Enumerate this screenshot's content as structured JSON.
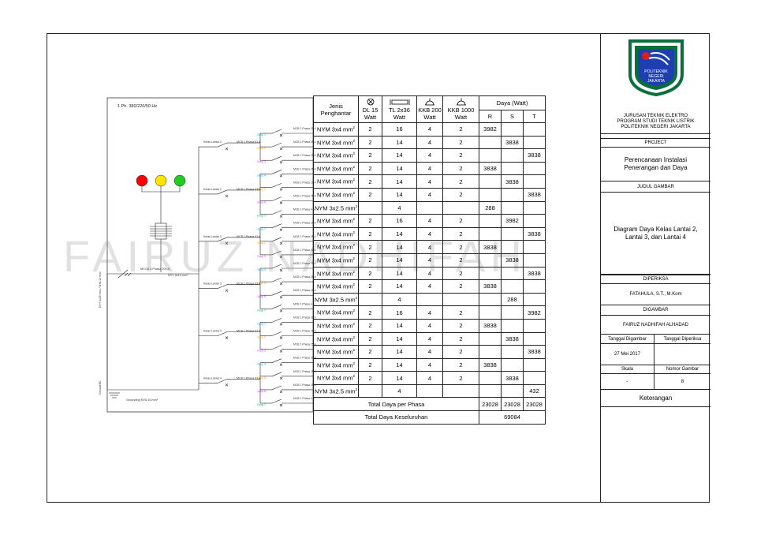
{
  "supply_label": "1 Ph. 380/220/50 Hz",
  "watermark": "FAIRUZ  NADHIFAH",
  "mccb_main_label": "MCCB 3 Phasa 200 A",
  "cable_main_label": "NYY 3x10 mm²",
  "grounding_label": "Grounding NYA 10 mm²",
  "vertical_label_1": "NYY 4x25 mm² / NYA 10 mm²",
  "vertical_label_2": "Ground BC",
  "table": {
    "headers": {
      "cable": "Jenis Penghantar",
      "dl": "DL 15 Watt",
      "tl": "TL 2x36 Watt",
      "kkb200": "KKB 200 Watt",
      "kkb1000": "KKB 1000 Watt",
      "daya": "Daya (Watt)",
      "r": "R",
      "s": "S",
      "t": "T"
    },
    "rows": [
      {
        "cable": "NYM 3x4 mm",
        "dl": "2",
        "tl": "16",
        "kkb200": "4",
        "kkb1000": "2",
        "r": "3982",
        "s": "",
        "t": ""
      },
      {
        "cable": "NYM 3x4 mm",
        "dl": "2",
        "tl": "14",
        "kkb200": "4",
        "kkb1000": "2",
        "r": "",
        "s": "3838",
        "t": ""
      },
      {
        "cable": "NYM 3x4 mm",
        "dl": "2",
        "tl": "14",
        "kkb200": "4",
        "kkb1000": "2",
        "r": "",
        "s": "",
        "t": "3838"
      },
      {
        "cable": "NYM 3x4 mm",
        "dl": "2",
        "tl": "14",
        "kkb200": "4",
        "kkb1000": "2",
        "r": "3838",
        "s": "",
        "t": ""
      },
      {
        "cable": "NYM 3x4 mm",
        "dl": "2",
        "tl": "14",
        "kkb200": "4",
        "kkb1000": "2",
        "r": "",
        "s": "3838",
        "t": ""
      },
      {
        "cable": "NYM 3x4 mm",
        "dl": "2",
        "tl": "14",
        "kkb200": "4",
        "kkb1000": "2",
        "r": "",
        "s": "",
        "t": "3838"
      },
      {
        "cable": "NYM 3x2.5 mm",
        "dl": "",
        "tl": "4",
        "kkb200": "",
        "kkb1000": "",
        "r": "288",
        "s": "",
        "t": ""
      },
      {
        "cable": "NYM 3x4 mm",
        "dl": "2",
        "tl": "16",
        "kkb200": "4",
        "kkb1000": "2",
        "r": "",
        "s": "3982",
        "t": ""
      },
      {
        "cable": "NYM 3x4 mm",
        "dl": "2",
        "tl": "14",
        "kkb200": "4",
        "kkb1000": "2",
        "r": "",
        "s": "",
        "t": "3838"
      },
      {
        "cable": "NYM 3x4 mm",
        "dl": "2",
        "tl": "14",
        "kkb200": "4",
        "kkb1000": "2",
        "r": "3838",
        "s": "",
        "t": ""
      },
      {
        "cable": "NYM 3x4 mm",
        "dl": "2",
        "tl": "14",
        "kkb200": "4",
        "kkb1000": "2",
        "r": "",
        "s": "3838",
        "t": ""
      },
      {
        "cable": "NYM 3x4 mm",
        "dl": "2",
        "tl": "14",
        "kkb200": "4",
        "kkb1000": "2",
        "r": "",
        "s": "",
        "t": "3838"
      },
      {
        "cable": "NYM 3x4 mm",
        "dl": "2",
        "tl": "14",
        "kkb200": "4",
        "kkb1000": "2",
        "r": "3838",
        "s": "",
        "t": ""
      },
      {
        "cable": "NYM 3x2.5 mm",
        "dl": "",
        "tl": "4",
        "kkb200": "",
        "kkb1000": "",
        "r": "",
        "s": "288",
        "t": ""
      },
      {
        "cable": "NYM 3x4 mm",
        "dl": "2",
        "tl": "16",
        "kkb200": "4",
        "kkb1000": "2",
        "r": "",
        "s": "",
        "t": "3982"
      },
      {
        "cable": "NYM 3x4 mm",
        "dl": "2",
        "tl": "14",
        "kkb200": "4",
        "kkb1000": "2",
        "r": "3838",
        "s": "",
        "t": ""
      },
      {
        "cable": "NYM 3x4 mm",
        "dl": "2",
        "tl": "14",
        "kkb200": "4",
        "kkb1000": "2",
        "r": "",
        "s": "3838",
        "t": ""
      },
      {
        "cable": "NYM 3x4 mm",
        "dl": "2",
        "tl": "14",
        "kkb200": "4",
        "kkb1000": "2",
        "r": "",
        "s": "",
        "t": "3838"
      },
      {
        "cable": "NYM 3x4 mm",
        "dl": "2",
        "tl": "14",
        "kkb200": "4",
        "kkb1000": "2",
        "r": "3838",
        "s": "",
        "t": ""
      },
      {
        "cable": "NYM 3x4 mm",
        "dl": "2",
        "tl": "14",
        "kkb200": "4",
        "kkb1000": "2",
        "r": "",
        "s": "3838",
        "t": ""
      },
      {
        "cable": "NYM 3x2.5 mm",
        "dl": "",
        "tl": "4",
        "kkb200": "",
        "kkb1000": "",
        "r": "",
        "s": "",
        "t": "432"
      }
    ],
    "total_phase_label": "Total Daya per Phasa",
    "total_r": "23028",
    "total_s": "23028",
    "total_t": "23028",
    "total_all_label": "Total Daya Keseluruhan",
    "total_all": "69084"
  },
  "panels": [
    {
      "kelas": "Kelas Lantai 2",
      "mcb": "MCB 1 Phasa 63 A",
      "groups": [
        "Grup 1",
        "Grup 2",
        "Grup 3"
      ]
    },
    {
      "kelas": "Kelas Lantai 2",
      "mcb": "MCB 1 Phasa 63 A",
      "groups": [
        "Grup 4",
        "Grup 5",
        "Grup 6",
        "Grup 7"
      ]
    },
    {
      "kelas": "Kelas Lantai 3",
      "mcb": "MCB 1 Phasa 63 A",
      "groups": [
        "Grup 1",
        "Grup 2",
        "Grup 3"
      ]
    },
    {
      "kelas": "Kelas Lantai 3",
      "mcb": "MCB 1 Phasa 63 A",
      "groups": [
        "Grup 4",
        "Grup 5",
        "Grup 6",
        "Grup 7"
      ]
    },
    {
      "kelas": "Kelas Lantai 4",
      "mcb": "MCB 1 Phasa 63 A",
      "groups": [
        "Grup 1",
        "Grup 2",
        "Grup 3"
      ]
    },
    {
      "kelas": "Kelas Lantai 4",
      "mcb": "MCB 1 Phasa 63 A",
      "groups": [
        "Grup 4",
        "Grup 5",
        "Grup 6",
        "Grup 7"
      ]
    }
  ],
  "branch_mcb_labels": [
    "MCB 1 Phasa 25 A",
    "MCB 1 Phasa 25 A",
    "MCB 1 Phasa 25 A",
    "MCB 1 Phasa 25 A",
    "MCB 1 Phasa 25 A",
    "MCB 1 Phasa 25 A",
    "MCB 1 Phasa 4 A"
  ],
  "titleblock": {
    "logo_text": "POLITEKNIK NEGERI JAKARTA",
    "institution_line1": "JURUSAN TEKNIK ELEKTRO",
    "institution_line2": "PROGRAM STUDI TEKNIK LISTRIK",
    "institution_line3": "POLITEKNIK NEGERI JAKARTA",
    "project_label": "PROJECT",
    "project_value": "Perencanaan Instalasi Penerangan dan Daya",
    "judul_label": "JUDUL GAMBAR",
    "judul_value": "Diagram Daya Kelas Lantai 2, Lantai 3, dan Lantai 4",
    "diperiksa_label": "DIPERIKSA",
    "diperiksa_value": "FATAHULA, S.T., M.Kom",
    "digambar_label": "DIGAMBAR",
    "digambar_value": "FAIRUZ NADHIFAH ALHADAD",
    "tgl_digambar_label": "Tanggal Digambar",
    "tgl_diperiksa_label": "Tanggal Diperiksa",
    "tgl_digambar_value": "27 Mei 2017",
    "skala_label": "Skala",
    "nomor_label": "Nomor Gambar",
    "skala_value": "-",
    "nomor_value": "8",
    "keterangan_label": "Keterangan"
  },
  "colors": {
    "lamp_red": "#ff0000",
    "lamp_yellow": "#ffe400",
    "lamp_green": "#22cc22",
    "group_colors": [
      "#00b0f0",
      "#ff9900",
      "#cc33ff",
      "#00b050"
    ]
  }
}
